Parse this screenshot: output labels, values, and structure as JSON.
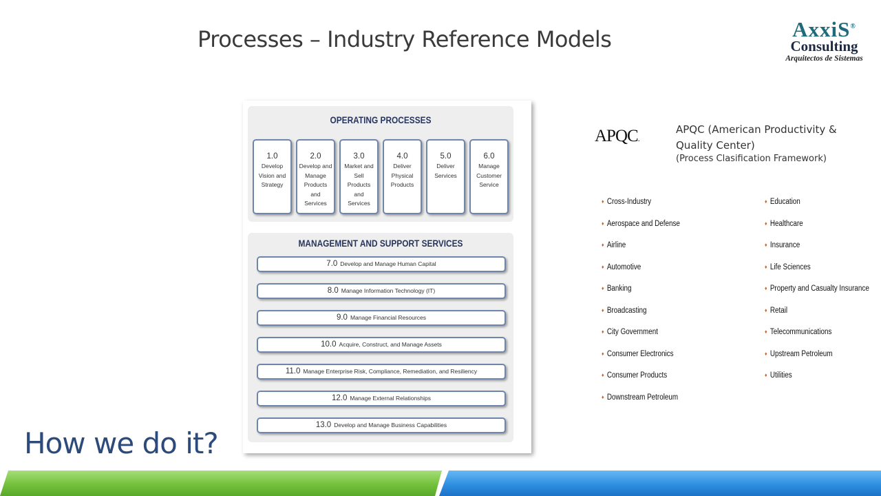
{
  "title": "Processes – Industry Reference Models",
  "logo": {
    "brand": "AxxiS",
    "reg": "®",
    "sub": "Consulting",
    "tag": "Arquitectos de Sistemas"
  },
  "framework": {
    "operating_heading": "OPERATING PROCESSES",
    "operating": [
      {
        "num": "1.0",
        "text": "Develop Vision and Strategy"
      },
      {
        "num": "2.0",
        "text": "Develop and Manage Products and Services"
      },
      {
        "num": "3.0",
        "text": "Market and Sell Products and Services"
      },
      {
        "num": "4.0",
        "text": "Deliver Physical Products"
      },
      {
        "num": "5.0",
        "text": "Deliver Services"
      },
      {
        "num": "6.0",
        "text": "Manage Customer Service"
      }
    ],
    "support_heading": "MANAGEMENT AND SUPPORT SERVICES",
    "support": [
      {
        "num": "7.0",
        "text": "Develop and Manage Human Capital"
      },
      {
        "num": "8.0",
        "text": "Manage Information Technology (IT)"
      },
      {
        "num": "9.0",
        "text": "Manage Financial Resources"
      },
      {
        "num": "10.0",
        "text": "Acquire, Construct, and Manage Assets"
      },
      {
        "num": "11.0",
        "text": "Manage Enterprise Risk, Compliance, Remediation, and Resiliency"
      },
      {
        "num": "12.0",
        "text": "Manage External Relationships"
      },
      {
        "num": "13.0",
        "text": "Develop and Manage Business Capabilities"
      }
    ]
  },
  "apqc": {
    "logo": "APQC",
    "name": "APQC (American Productivity & Quality Center)",
    "subtitle": "(Process Clasification Framework)"
  },
  "industries_left": [
    "Cross-Industry",
    "Aerospace and Defense",
    "Airline",
    "Automotive",
    "Banking",
    "Broadcasting",
    "City Government",
    "Consumer Electronics",
    "Consumer Products",
    "Downstream Petroleum"
  ],
  "industries_right": [
    "Education",
    "Healthcare",
    "Insurance",
    "Life Sciences",
    "Property and Casualty Insurance",
    "Retail",
    "Telecommunications",
    "Upstream Petroleum",
    "Utilities"
  ],
  "bullet": "♦",
  "footer_text": "How we do it?"
}
